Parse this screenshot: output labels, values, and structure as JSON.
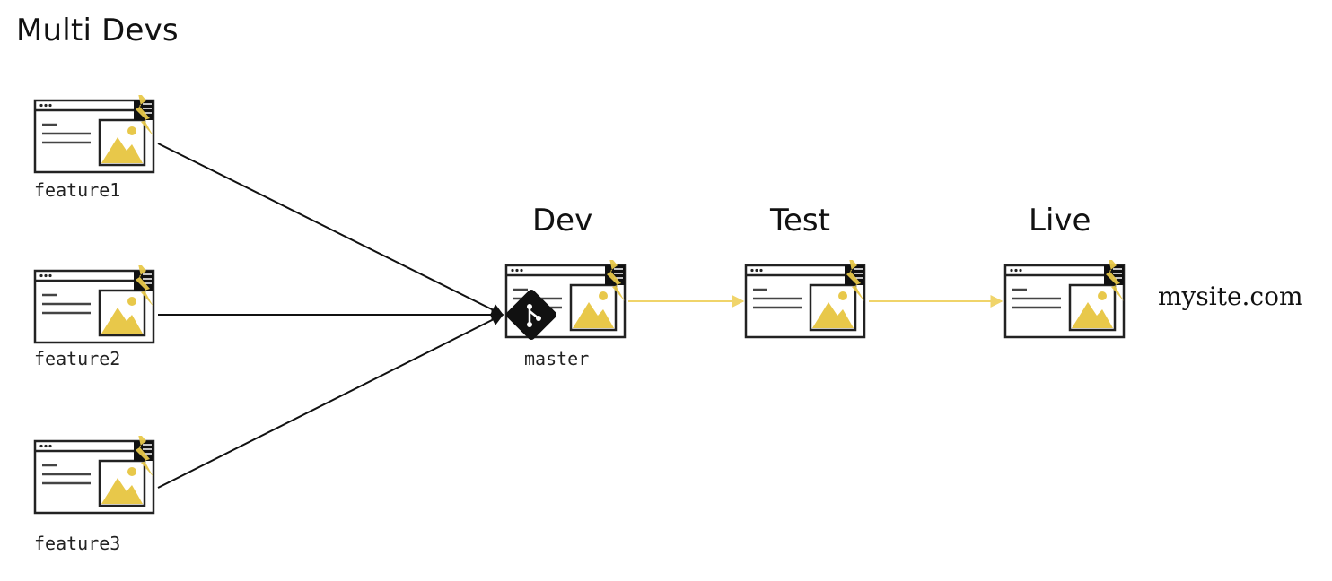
{
  "title": "Multi Devs",
  "colors": {
    "accent_yellow": "#E8C84A",
    "stroke": "#111111",
    "arrow_yellow": "#F0D46A"
  },
  "branches": [
    {
      "id": "feature1",
      "label": "feature1"
    },
    {
      "id": "feature2",
      "label": "feature2"
    },
    {
      "id": "feature3",
      "label": "feature3"
    }
  ],
  "environments": [
    {
      "id": "dev",
      "label": "Dev",
      "branch": "master",
      "icon": "git-icon"
    },
    {
      "id": "test",
      "label": "Test"
    },
    {
      "id": "live",
      "label": "Live",
      "domain": "mysite.com"
    }
  ],
  "edges": [
    {
      "from": "feature1",
      "to": "dev",
      "style": "black"
    },
    {
      "from": "feature2",
      "to": "dev",
      "style": "black"
    },
    {
      "from": "feature3",
      "to": "dev",
      "style": "black"
    },
    {
      "from": "dev",
      "to": "test",
      "style": "yellow"
    },
    {
      "from": "test",
      "to": "live",
      "style": "yellow"
    }
  ]
}
